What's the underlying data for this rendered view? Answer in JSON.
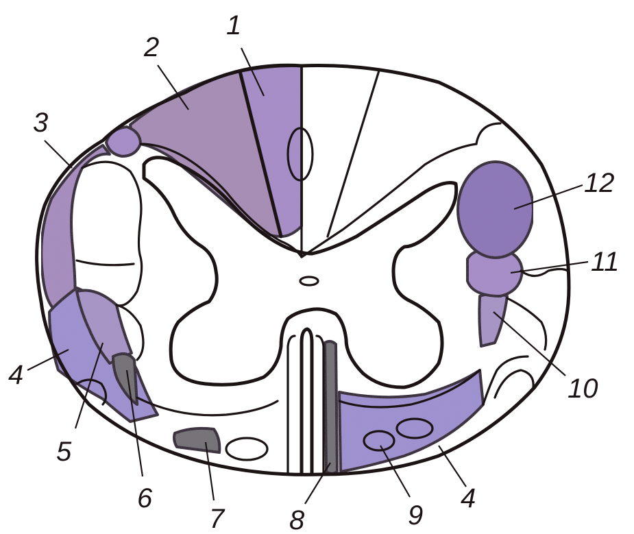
{
  "colors": {
    "outline": "#1c1414",
    "tract_violet": "#a58cc8",
    "tract_mauve": "#a58cb4",
    "tract_dark_violet": "#8a74b6",
    "tract_gray": "#6e6e6e",
    "white_matter": "#ffffff"
  },
  "labels": [
    {
      "id": "1",
      "text": "1"
    },
    {
      "id": "2",
      "text": "2"
    },
    {
      "id": "3",
      "text": "3"
    },
    {
      "id": "4a",
      "text": "4"
    },
    {
      "id": "5",
      "text": "5"
    },
    {
      "id": "6",
      "text": "6"
    },
    {
      "id": "7",
      "text": "7"
    },
    {
      "id": "8",
      "text": "8"
    },
    {
      "id": "9",
      "text": "9"
    },
    {
      "id": "4b",
      "text": "4"
    },
    {
      "id": "10",
      "text": "10"
    },
    {
      "id": "11",
      "text": "11"
    },
    {
      "id": "12",
      "text": "12"
    }
  ]
}
